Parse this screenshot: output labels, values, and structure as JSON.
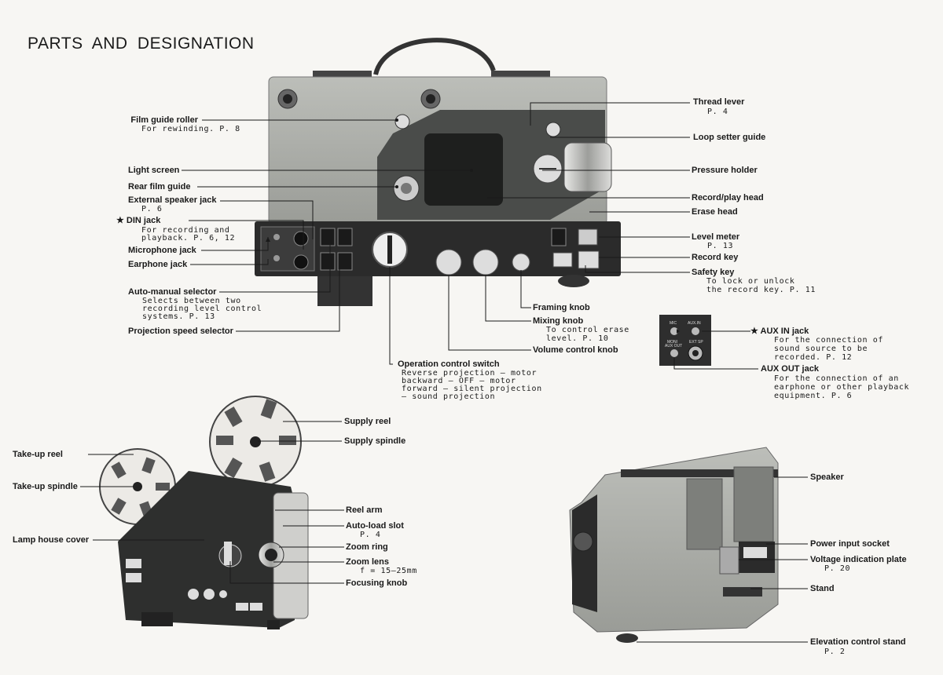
{
  "page_title": "PARTS AND DESIGNATION",
  "labels": {
    "film_guide_roller": {
      "name": "Film guide roller",
      "note": "For rewinding. P. 8"
    },
    "light_screen": {
      "name": "Light screen"
    },
    "rear_film_guide": {
      "name": "Rear film guide"
    },
    "external_speaker_jack": {
      "name": "External speaker jack",
      "note": "P. 6"
    },
    "din_jack": {
      "name": "★ DIN jack",
      "note1": "For recording and",
      "note2": "playback. P. 6, 12"
    },
    "microphone_jack": {
      "name": "Microphone jack"
    },
    "earphone_jack": {
      "name": "Earphone jack"
    },
    "auto_manual_selector": {
      "name": "Auto-manual selector",
      "note1": "Selects between two",
      "note2": "recording level control",
      "note3": "systems. P. 13"
    },
    "projection_speed_selector": {
      "name": "Projection speed selector"
    },
    "thread_lever": {
      "name": "Thread lever",
      "note": "P. 4"
    },
    "loop_setter_guide": {
      "name": "Loop setter guide"
    },
    "pressure_holder": {
      "name": "Pressure holder"
    },
    "record_play_head": {
      "name": "Record/play head"
    },
    "erase_head": {
      "name": "Erase head"
    },
    "level_meter": {
      "name": "Level meter",
      "note": "P. 13"
    },
    "record_key": {
      "name": "Record key"
    },
    "safety_key": {
      "name": "Safety key",
      "note1": "To lock or unlock",
      "note2": "the record key. P. 11"
    },
    "framing_knob": {
      "name": "Framing knob"
    },
    "mixing_knob": {
      "name": "Mixing knob",
      "note1": "To control erase",
      "note2": "level. P. 10"
    },
    "volume_control_knob": {
      "name": "Volume control knob"
    },
    "operation_control_switch": {
      "name": "Operation control switch",
      "note1": "Reverse projection — motor",
      "note2": "backward — OFF — motor",
      "note3": "forward — silent projection",
      "note4": "— sound projection"
    },
    "aux_in_jack": {
      "name": "★ AUX IN jack",
      "note1": "For the connection of",
      "note2": "sound source to be",
      "note3": "recorded. P. 12"
    },
    "aux_out_jack": {
      "name": "AUX OUT jack",
      "note1": "For the connection of an",
      "note2": "earphone or other playback",
      "note3": "equipment. P. 6"
    },
    "supply_reel": {
      "name": "Supply reel"
    },
    "supply_spindle": {
      "name": "Supply spindle"
    },
    "take_up_reel": {
      "name": "Take-up reel"
    },
    "take_up_spindle": {
      "name": "Take-up spindle"
    },
    "reel_arm": {
      "name": "Reel arm"
    },
    "auto_load_slot": {
      "name": "Auto-load slot",
      "note": "P. 4"
    },
    "lamp_house_cover": {
      "name": "Lamp house cover"
    },
    "zoom_ring": {
      "name": "Zoom ring"
    },
    "zoom_lens": {
      "name": "Zoom lens",
      "note": "f = 15—25mm"
    },
    "focusing_knob": {
      "name": "Focusing knob"
    },
    "speaker": {
      "name": "Speaker"
    },
    "power_input_socket": {
      "name": "Power input socket"
    },
    "voltage_indication_plate": {
      "name": "Voltage indication plate",
      "note": "P. 20"
    },
    "stand": {
      "name": "Stand"
    },
    "elevation_control_stand": {
      "name": "Elevation control stand",
      "note": "P. 2"
    }
  },
  "aux_panel": {
    "mic": "MIC",
    "aux_in": "AUX.IN",
    "moni_aux_out_1": "MONI",
    "moni_aux_out_2": "AUX OUT",
    "ext_sp": "EXT SP"
  },
  "colors": {
    "body": "#a9aba6",
    "dark_panel": "#2b2b2b",
    "line": "#1a1a1a",
    "paper": "#f7f6f3"
  }
}
